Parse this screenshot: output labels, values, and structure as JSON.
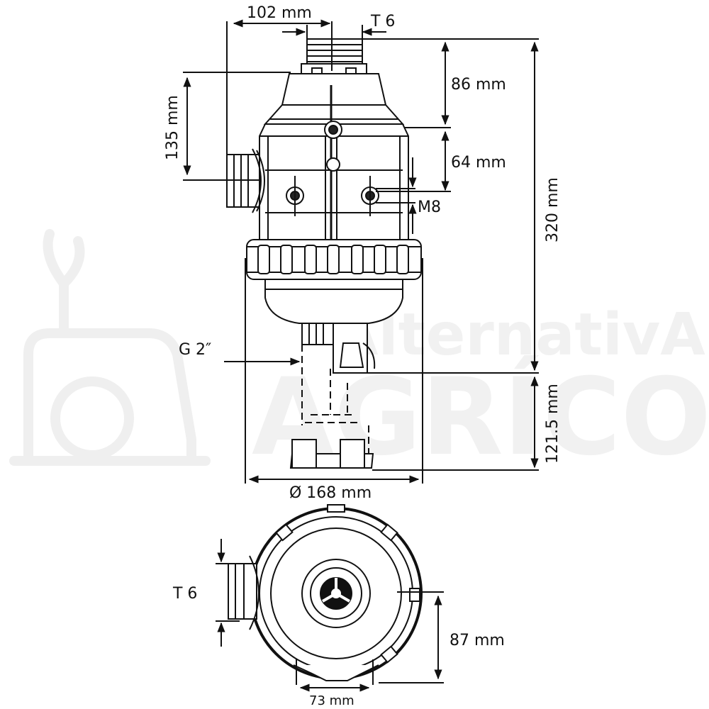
{
  "watermark": {
    "line1": "AlternativA",
    "line2": "AGRÍCOLA"
  },
  "dimensions": {
    "top_width": "102 mm",
    "top_thread": "T 6",
    "upper_height": "86 mm",
    "mid_height": "64 mm",
    "bolt": "M8",
    "side_height": "135 mm",
    "total_height": "320 mm",
    "drain_thread": "G 2″",
    "bowl_extension": "121.5 mm",
    "diameter": "Ø 168 mm",
    "side_thread": "T 6",
    "outlet_offset": "87 mm",
    "base_width": "73 mm"
  },
  "colors": {
    "line": "#111111",
    "watermark": "#f1f1f1"
  }
}
